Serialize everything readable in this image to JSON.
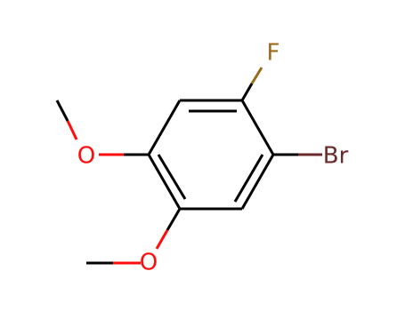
{
  "molecule": {
    "colors": {
      "bond": "#000000",
      "fluorine": "#9a6b1c",
      "bromine": "#6b2a2a",
      "oxygen": "#ff0d0d",
      "background": "#ffffff"
    },
    "labels": {
      "fluorine": "F",
      "bromine": "Br",
      "oxygen_top": "O",
      "oxygen_bottom": "O"
    }
  }
}
